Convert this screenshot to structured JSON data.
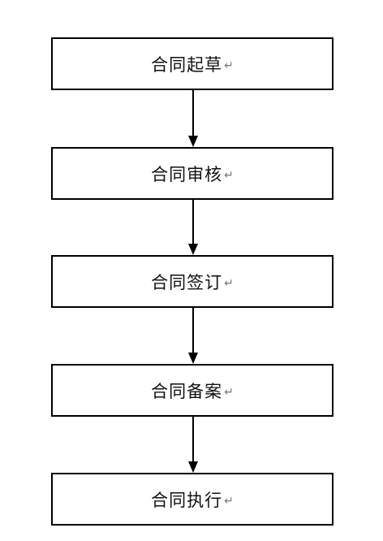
{
  "flowchart": {
    "steps": [
      {
        "label": "合同起草",
        "mark": "↵"
      },
      {
        "label": "合同审核",
        "mark": "↵"
      },
      {
        "label": "合同签订",
        "mark": "↵"
      },
      {
        "label": "合同备案",
        "mark": "↵"
      },
      {
        "label": "合同执行",
        "mark": "↵"
      }
    ]
  }
}
